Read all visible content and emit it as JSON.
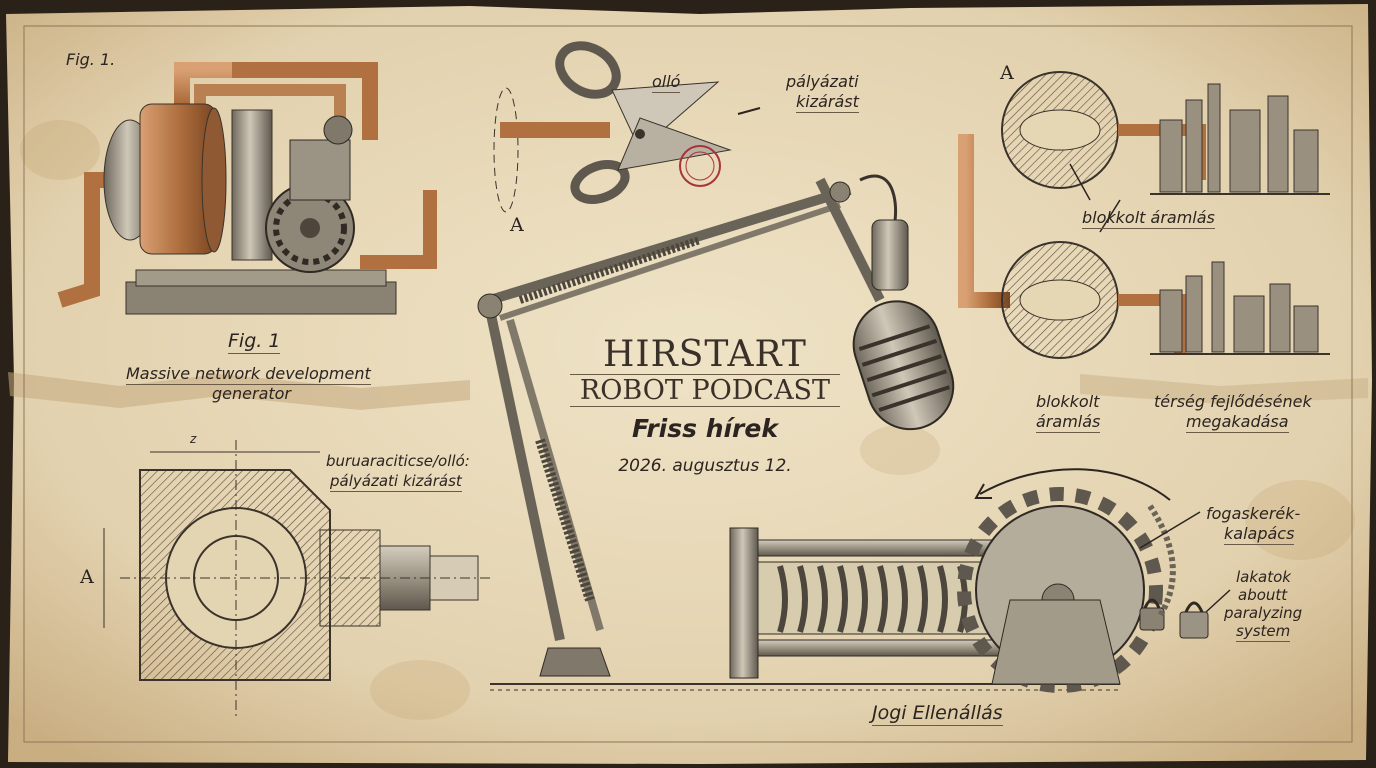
{
  "labels": {
    "fig_corner": "Fig. 1.",
    "fig_caption": "Fig. 1",
    "generator_caption_line1": "Massive network development",
    "generator_caption_line2": "generator",
    "scissors": "olló",
    "application_exclusion_line1": "pályázati",
    "application_exclusion_line2": "kizárást",
    "blocked_flow_upper": "blokkolt áramlás",
    "blocked_flow_lower_line1": "blokkolt",
    "blocked_flow_lower_line2": "áramlás",
    "region_stall_line1": "térség fejlődésének",
    "region_stall_line2": "megakadása",
    "section_label_line1": "buruaraciticse/olló:",
    "section_label_line2": "pályázati kizárást",
    "gear_hammer_line1": "fogaskerék-",
    "gear_hammer_line2": "kalapács",
    "padlocks_line1": "lakatok",
    "padlocks_line2": "aboutt",
    "padlocks_line3": "paralyzing",
    "padlocks_line4": "system",
    "legal_resistance": "Jogi Ellenállás",
    "section_letter_a1": "A",
    "section_letter_a2": "A",
    "section_letter_a3": "A",
    "dimension_mark": "z"
  },
  "title": {
    "line1": "HIRSTART",
    "line2": "ROBOT PODCAST",
    "line3": "Friss hírek",
    "date": "2026. augusztus 12."
  },
  "colors": {
    "paper": "#e9dcbf",
    "ink": "#2b2420",
    "copper": "#b0703f",
    "steel": "#8c8579"
  }
}
